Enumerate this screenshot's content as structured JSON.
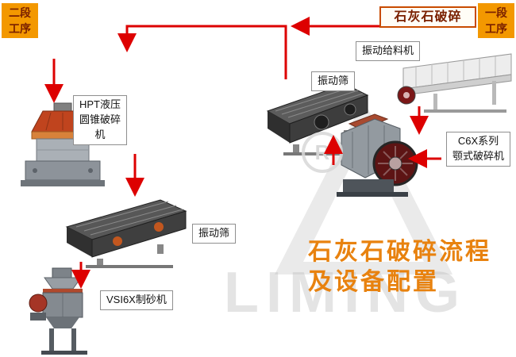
{
  "stage_badges": {
    "left": "二段\n工序",
    "right": "一段\n工序",
    "bg_color": "#f39800",
    "text_color": "#7a2000"
  },
  "source_box": {
    "label": "石灰石破碎",
    "border_color": "#c84b00",
    "text_color": "#7a2000"
  },
  "equipment_labels": {
    "vibrating_feeder": "振动给料机",
    "vibrating_screen_top": "振动筛",
    "jaw_crusher": "C6X系列\n颚式破碎机",
    "cone_crusher": "HPT液压\n圆锥破碎\n机",
    "vibrating_screen_bottom": "振动筛",
    "sand_maker": "VSI6X制砂机"
  },
  "title": {
    "line1": "石灰石破碎流程",
    "line2": "及设备配置",
    "color": "#e8820f"
  },
  "watermark": {
    "brand": "LIMING",
    "registered_mark": "R"
  },
  "flow": {
    "arrow_color": "#dd0000"
  },
  "machine_images": [
    "vibrating-feeder",
    "vibrating-screen-top",
    "jaw-crusher",
    "hpt-cone-crusher",
    "vibrating-screen-bottom",
    "vsi-sand-maker"
  ]
}
